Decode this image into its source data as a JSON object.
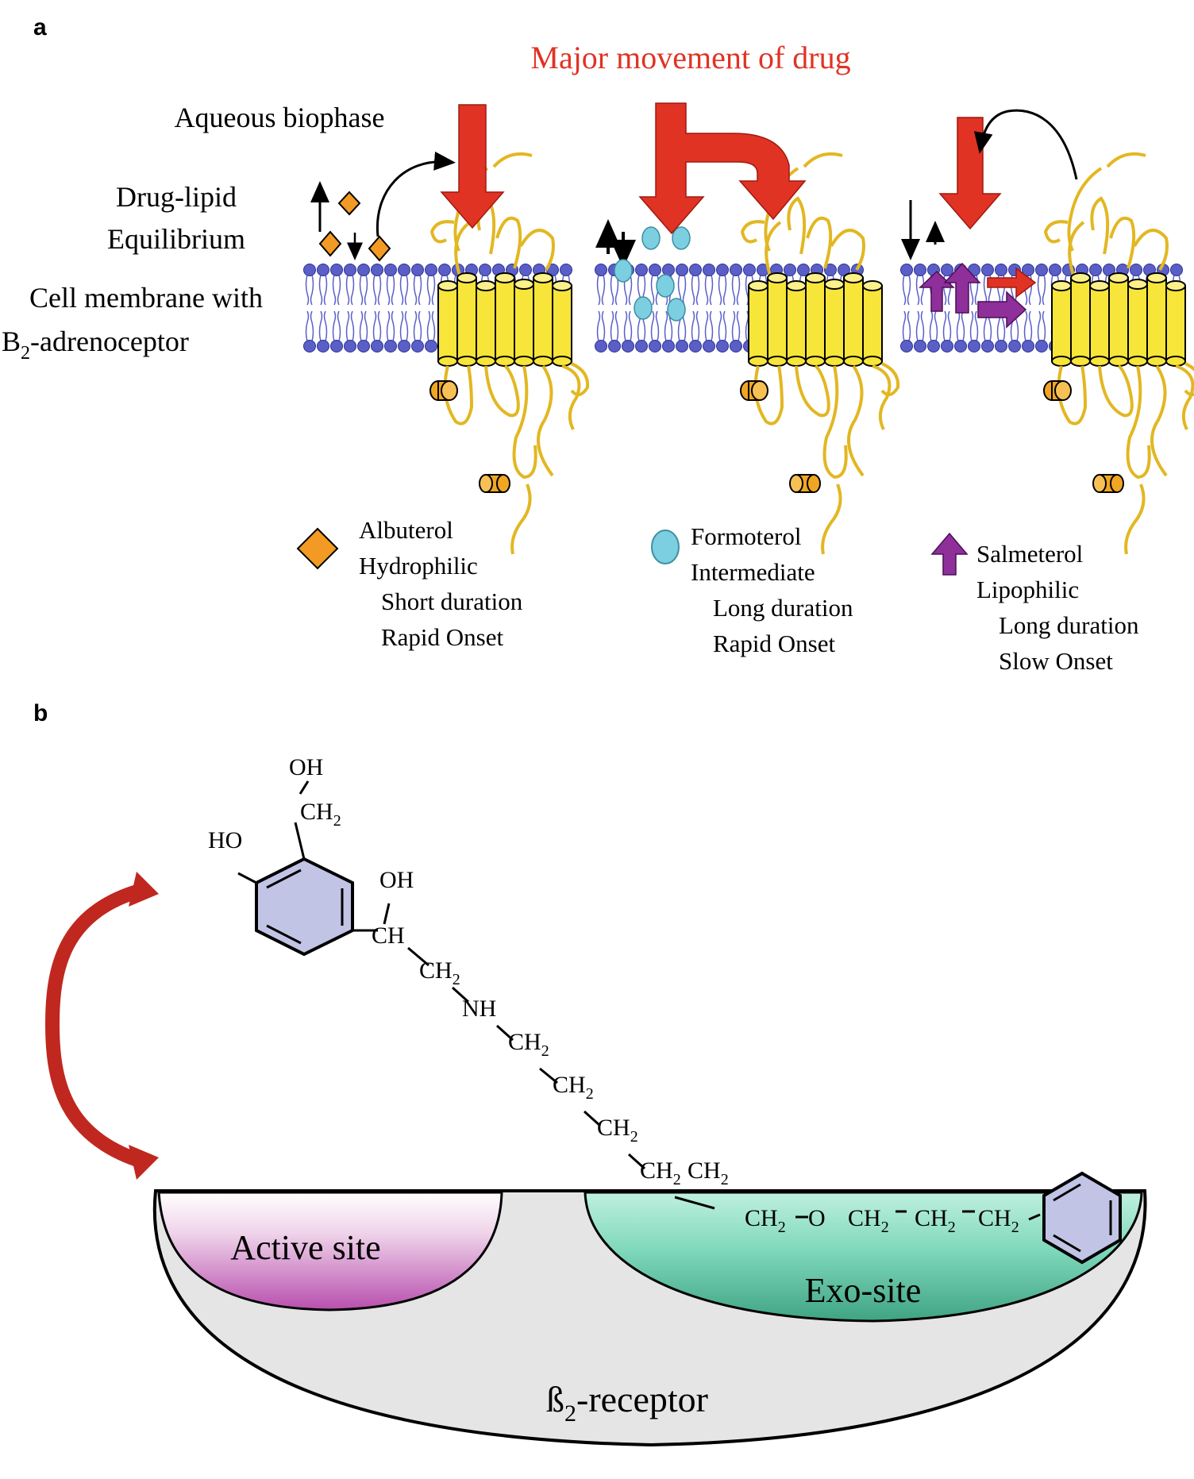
{
  "panel_a": {
    "letter": "a",
    "title": "Major movement of drug",
    "row_labels": {
      "aqueous": "Aqueous biophase",
      "drug_lipid_1": "Drug-lipid",
      "drug_lipid_2": "Equilibrium",
      "membrane_1": "Cell membrane with",
      "membrane_2_prefix": "B",
      "membrane_2_sub": "2",
      "membrane_2_suffix": "-adrenoceptor"
    },
    "drugs": [
      {
        "name": "Albuterol",
        "property": "Hydrophilic",
        "duration": "Short duration",
        "onset": "Rapid Onset",
        "color": "#f29a24",
        "marker": "diamond-icon"
      },
      {
        "name": "Formoterol",
        "property": "Intermediate",
        "duration": "Long duration",
        "onset": "Rapid Onset",
        "color": "#7ccfe0",
        "marker": "ellipse-icon"
      },
      {
        "name": "Salmeterol",
        "property": "Lipophilic",
        "duration": "Long duration",
        "onset": "Slow Onset",
        "color": "#8e2f9a",
        "marker": "up-arrow-icon"
      }
    ]
  },
  "panel_b": {
    "letter": "b",
    "active_site": "Active site",
    "exo_site": "Exo-site",
    "receptor_prefix": "ß",
    "receptor_sub": "2",
    "receptor_suffix": "-receptor",
    "molecule": {
      "oh_top": "OH",
      "ch2_top": "CH",
      "ho_ring": "HO",
      "oh_side": "OH",
      "ch": "CH",
      "nh": "NH",
      "ch2": "CH",
      "o": "O",
      "sub2": "2"
    }
  },
  "colors": {
    "red_arrow": "#e03324",
    "dark_red_arrow": "#c0271f",
    "helix": "#f7e53a",
    "lipid_head": "#5a5fc8",
    "ring": "#c2c4e6",
    "receptor_fill": "#e4e5e4",
    "active_site": "#b84fae",
    "exo_site": "#5ec6a4"
  }
}
